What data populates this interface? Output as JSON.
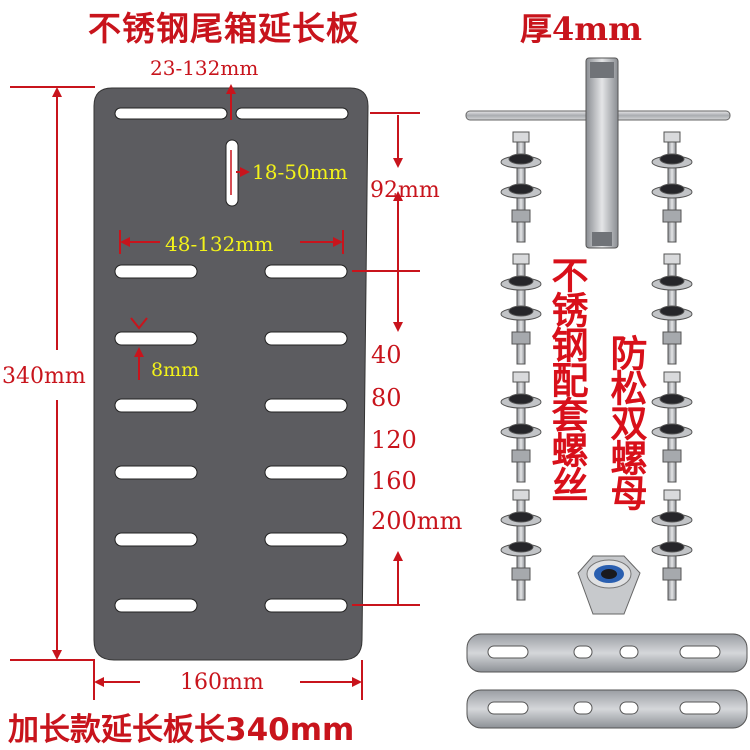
{
  "title": "不锈钢尾箱延长板",
  "thickness": "厚4mm",
  "dims": {
    "top_slot": "23-132mm",
    "vertical_slot": "18-50mm",
    "height_92": "92mm",
    "row_span": "48-132mm",
    "slot_height": "8mm",
    "total_height": "340mm",
    "width": "160mm"
  },
  "spacing_values": [
    "40",
    "80",
    "120",
    "160",
    "200mm"
  ],
  "side_label_bolts": "不锈钢配套螺丝",
  "side_label_nuts": "防松双螺母",
  "bottom_caption": "加长款延长板长340mm",
  "colors": {
    "plate": "#5c5c60",
    "accent_red": "#c8141c",
    "dim_yellow": "#f2f21a"
  }
}
